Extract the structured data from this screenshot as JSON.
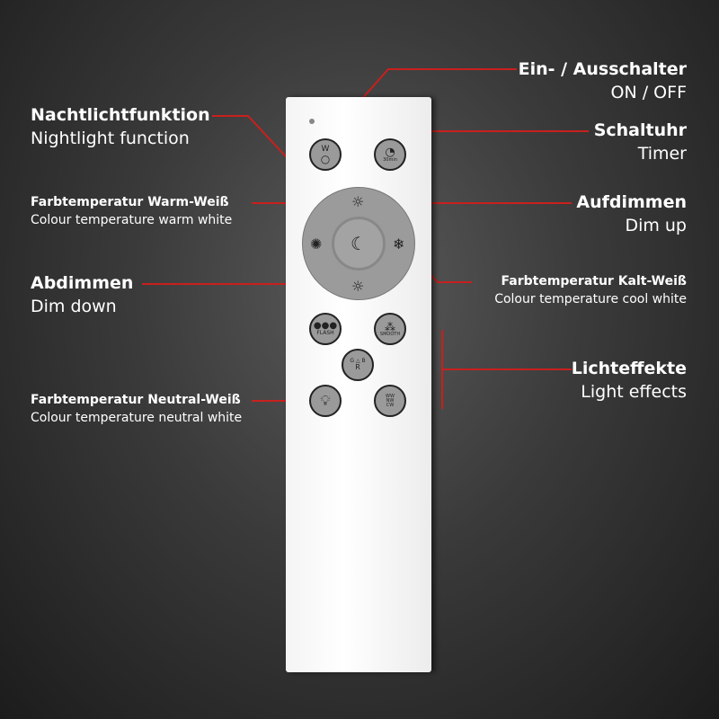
{
  "labels": {
    "power": {
      "de": "Ein- / Ausschalter",
      "en": "ON / OFF"
    },
    "timer": {
      "de": "Schaltuhr",
      "en": "Timer"
    },
    "nightlight": {
      "de": "Nachtlichtfunktion",
      "en": "Nightlight function"
    },
    "warm": {
      "de": "Farbtemperatur Warm-Weiß",
      "en": "Colour temperature warm white"
    },
    "dimup": {
      "de": "Aufdimmen",
      "en": "Dim up"
    },
    "dimdown": {
      "de": "Abdimmen",
      "en": "Dim down"
    },
    "cool": {
      "de": "Farbtemperatur Kalt-Weiß",
      "en": "Colour temperature cool white"
    },
    "effects": {
      "de": "Lichteffekte",
      "en": "Light effects"
    },
    "neutral": {
      "de": "Farbtemperatur Neutral-Weiß",
      "en": "Colour temperature neutral white"
    }
  },
  "buttons": {
    "power": "W",
    "timer": "30min",
    "flash": "FLASH",
    "smooth": "SMOOTH",
    "rgb_r": "R",
    "rgb_g": "G",
    "rgb_b": "B",
    "cycle": "WW NW CW"
  },
  "colors": {
    "line": "#c8201e"
  }
}
